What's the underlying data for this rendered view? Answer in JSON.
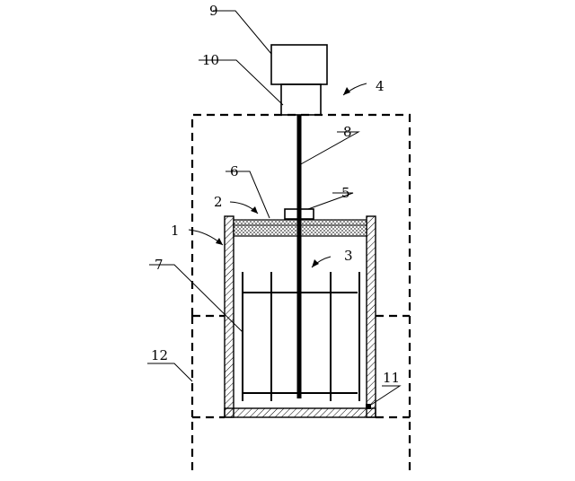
{
  "labels": {
    "l1": "1",
    "l2": "2",
    "l3": "3",
    "l4": "4",
    "l5": "5",
    "l6": "6",
    "l7": "7",
    "l8": "8",
    "l9": "9",
    "l10": "10",
    "l11": "11",
    "l12": "12"
  },
  "colors": {
    "line": "#000000",
    "wall_hatch": "#000000",
    "background": "#ffffff"
  }
}
